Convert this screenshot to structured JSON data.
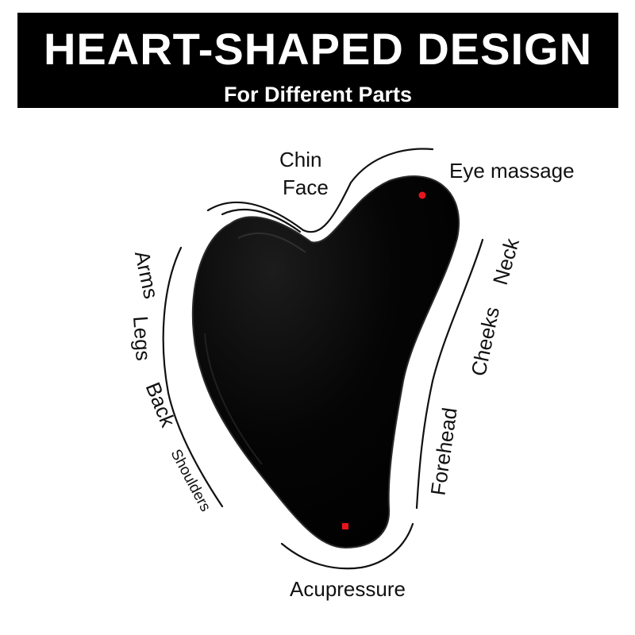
{
  "banner": {
    "title": "HEART-SHAPED DESIGN",
    "subtitle": "For Different Parts"
  },
  "labels": {
    "chin": "Chin",
    "face": "Face",
    "eye_massage": "Eye massage",
    "neck": "Neck",
    "cheeks": "Cheeks",
    "forehead": "Forehead",
    "arms": "Arms",
    "legs": "Legs",
    "back": "Back",
    "shoulders": "Shoulders",
    "acupressure": "Acupressure"
  },
  "colors": {
    "banner_bg": "#000000",
    "banner_text": "#ffffff",
    "stone": "#000000",
    "marker": "#e8141c"
  },
  "icons": [
    "gua-sha-stone-icon",
    "acupressure-point-icon"
  ]
}
